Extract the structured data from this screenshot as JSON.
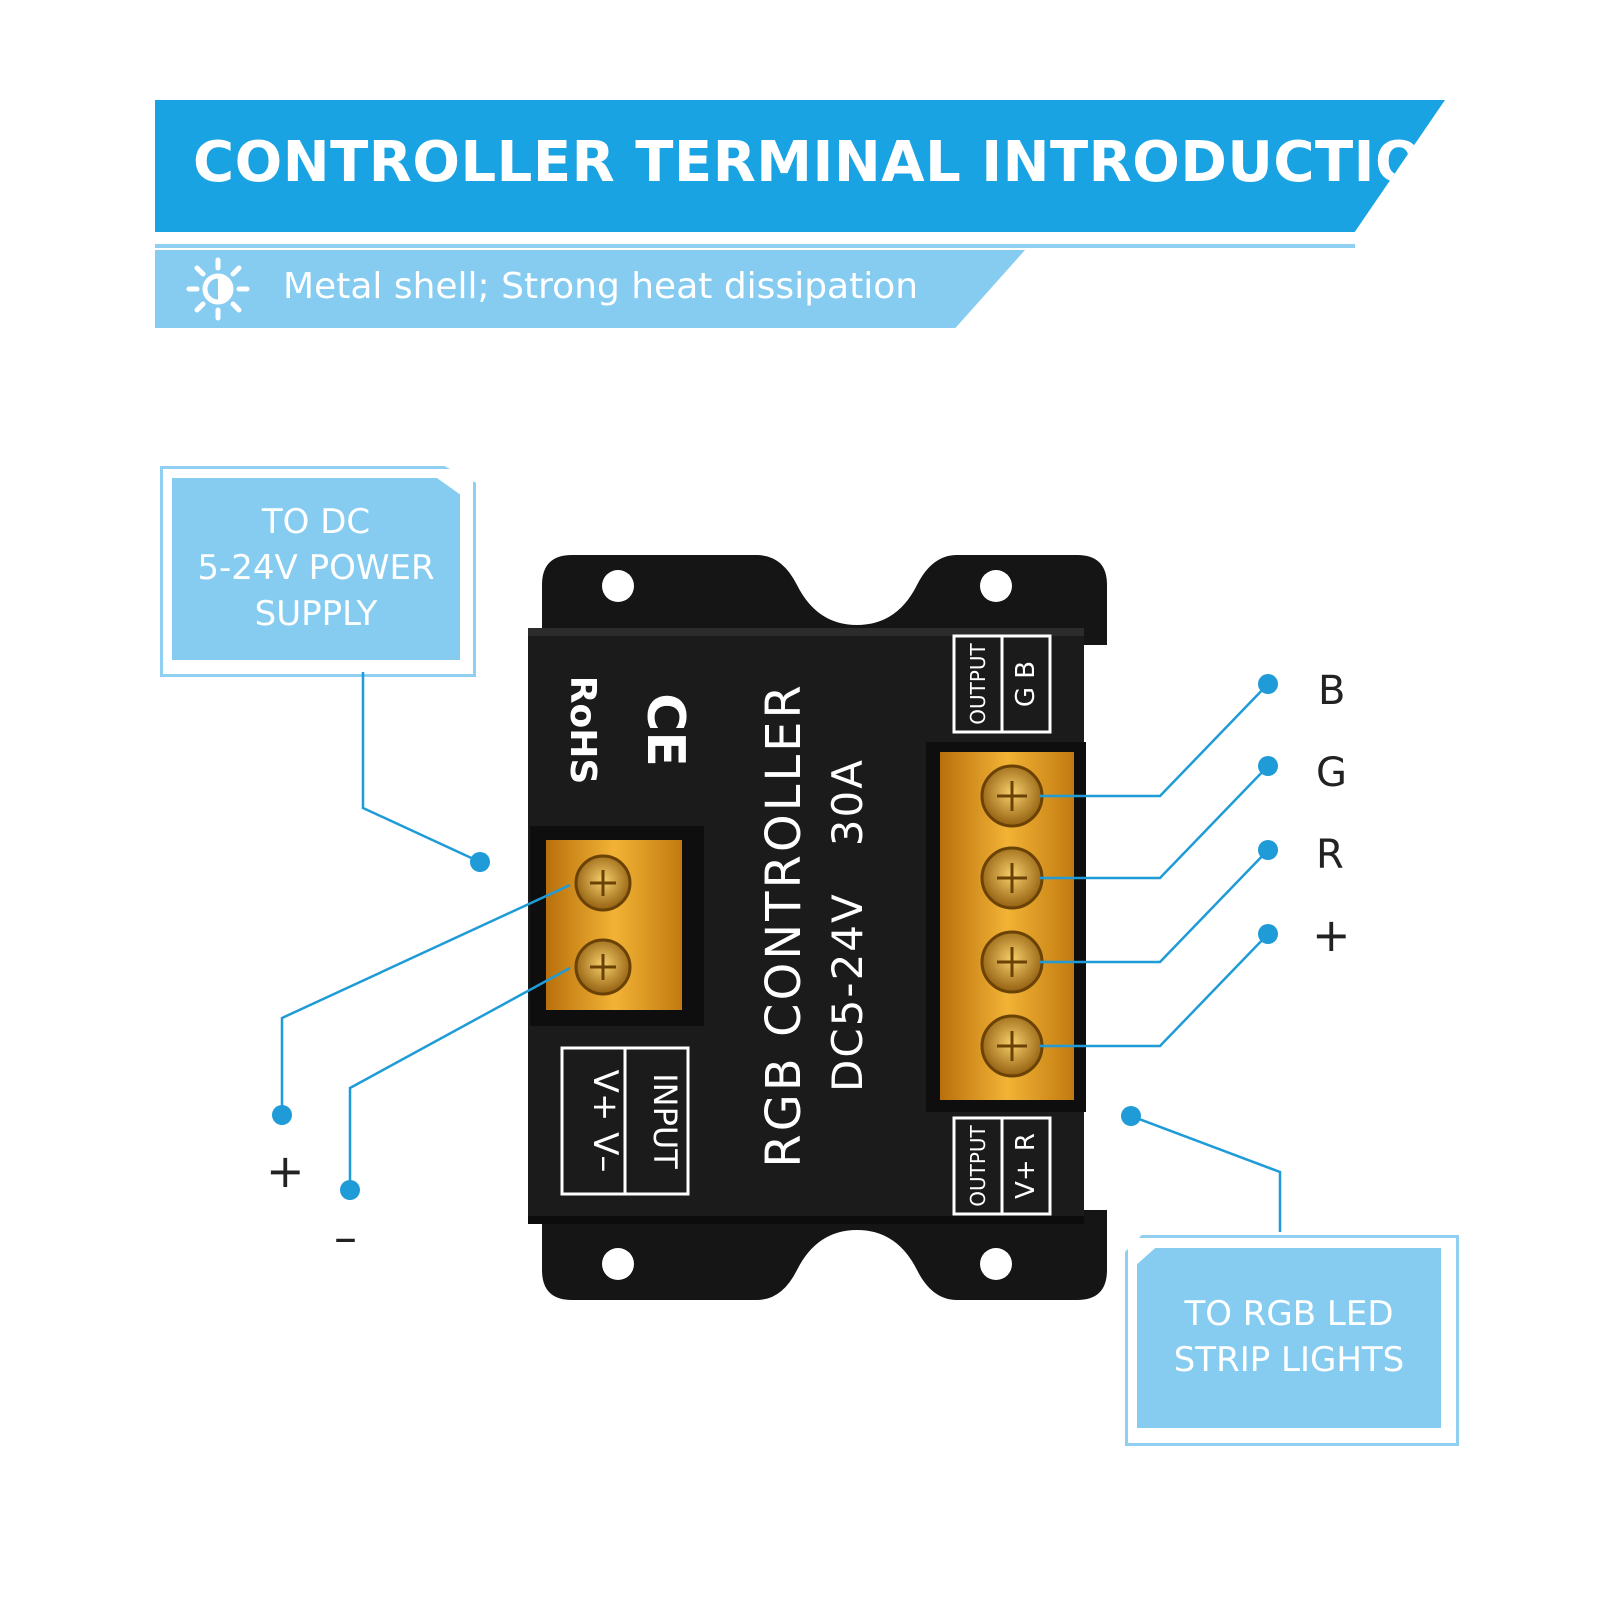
{
  "header": {
    "title": "CONTROLLER TERMINAL INTRODUCTION",
    "subtitle": "Metal shell; Strong heat dissipation",
    "subtitle_icon": "sun-icon"
  },
  "callouts": {
    "input": "TO DC\n5-24V POWER\nSUPPLY",
    "output": "TO RGB LED\nSTRIP LIGHTS"
  },
  "device": {
    "rohs": "RoHS",
    "ce": "CE",
    "name": "RGB CONTROLLER",
    "rating": "DC5-24V   30A",
    "input_label": "INPUT",
    "input_terminals": "V+ V–",
    "output_top_label": "OUTPUT",
    "output_top_terminals": "G B",
    "output_bottom_label": "OUTPUT",
    "output_bottom_terminals": "V+ R"
  },
  "terminal_labels": {
    "b": "B",
    "g": "G",
    "r": "R",
    "out_plus": "+",
    "in_plus": "+",
    "in_minus": "–"
  },
  "colors": {
    "primary_blue": "#1aa3e3",
    "light_blue": "#86ccf1",
    "line_blue": "#1f9bd7",
    "device_black": "#151515",
    "terminal_amber": "#e8a31f"
  }
}
